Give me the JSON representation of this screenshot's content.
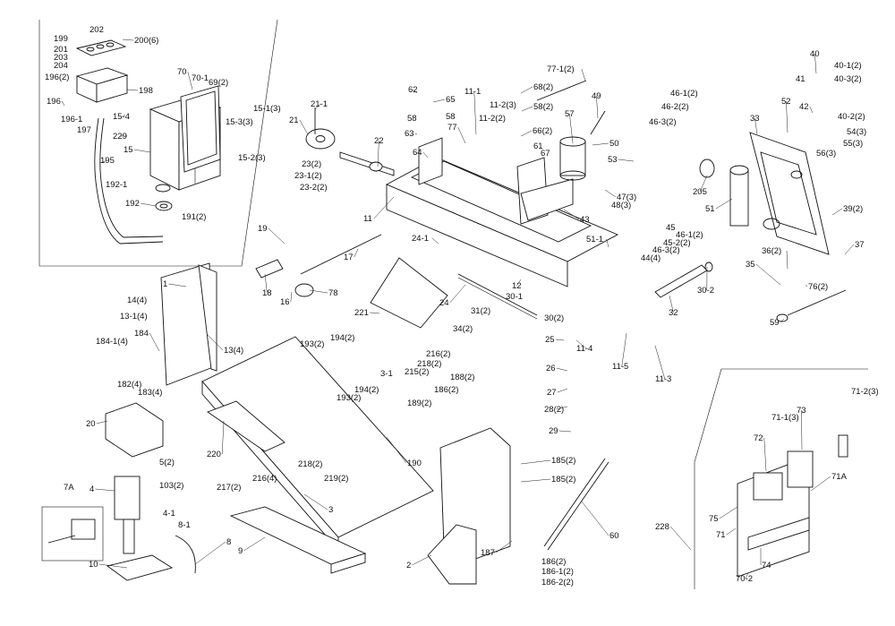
{
  "diagram": {
    "title": "",
    "callouts": [
      {
        "id": "c199",
        "text": "199"
      },
      {
        "id": "c202",
        "text": "202"
      },
      {
        "id": "c200_6",
        "text": "200(6)"
      },
      {
        "id": "c201",
        "text": "201"
      },
      {
        "id": "c203",
        "text": "203"
      },
      {
        "id": "c204",
        "text": "204"
      },
      {
        "id": "c196_2",
        "text": "196(2)"
      },
      {
        "id": "c198",
        "text": "198"
      },
      {
        "id": "c196",
        "text": "196"
      },
      {
        "id": "c196_1",
        "text": "196-1"
      },
      {
        "id": "c197",
        "text": "197"
      },
      {
        "id": "c15_4",
        "text": "15-4"
      },
      {
        "id": "c70",
        "text": "70"
      },
      {
        "id": "c70_1",
        "text": "70-1"
      },
      {
        "id": "c69_2",
        "text": "69(2)"
      },
      {
        "id": "c15_1_3",
        "text": "15-1(3)"
      },
      {
        "id": "c15_3_3",
        "text": "15-3(3)"
      },
      {
        "id": "c229",
        "text": "229"
      },
      {
        "id": "c15",
        "text": "15"
      },
      {
        "id": "c15_2_3",
        "text": "15-2(3)"
      },
      {
        "id": "c195",
        "text": "195"
      },
      {
        "id": "c192_1",
        "text": "192-1"
      },
      {
        "id": "c192",
        "text": "192"
      },
      {
        "id": "c191_2",
        "text": "191(2)"
      },
      {
        "id": "c21_1",
        "text": "21-1"
      },
      {
        "id": "c21",
        "text": "21"
      },
      {
        "id": "c22",
        "text": "22"
      },
      {
        "id": "c23_2",
        "text": "23(2)"
      },
      {
        "id": "c23_1_2",
        "text": "23-1(2)"
      },
      {
        "id": "c23_2_2",
        "text": "23-2(2)"
      },
      {
        "id": "c62",
        "text": "62"
      },
      {
        "id": "c65",
        "text": "65"
      },
      {
        "id": "c58a",
        "text": "58"
      },
      {
        "id": "c58b",
        "text": "58"
      },
      {
        "id": "c63",
        "text": "63"
      },
      {
        "id": "c64",
        "text": "64"
      },
      {
        "id": "c11_1",
        "text": "11-1"
      },
      {
        "id": "c11_2_2",
        "text": "11-2(2)"
      },
      {
        "id": "c11_2_3",
        "text": "11-2(3)"
      },
      {
        "id": "c68_2",
        "text": "68(2)"
      },
      {
        "id": "c58_2",
        "text": "58(2)"
      },
      {
        "id": "c66_2",
        "text": "66(2)"
      },
      {
        "id": "c77",
        "text": "77"
      },
      {
        "id": "c77_1_2",
        "text": "77-1(2)"
      },
      {
        "id": "c49",
        "text": "49"
      },
      {
        "id": "c57",
        "text": "57"
      },
      {
        "id": "c61",
        "text": "61"
      },
      {
        "id": "c67",
        "text": "67"
      },
      {
        "id": "c50",
        "text": "50"
      },
      {
        "id": "c46_1_2",
        "text": "46-1(2)"
      },
      {
        "id": "c46_2_2",
        "text": "46-2(2)"
      },
      {
        "id": "c46_3_2a",
        "text": "46-3(2)"
      },
      {
        "id": "c53",
        "text": "53"
      },
      {
        "id": "c47_3",
        "text": "47(3)"
      },
      {
        "id": "c48_3",
        "text": "48(3)"
      },
      {
        "id": "c43",
        "text": "43"
      },
      {
        "id": "c11",
        "text": "11"
      },
      {
        "id": "c52",
        "text": "52"
      },
      {
        "id": "c33",
        "text": "33"
      },
      {
        "id": "c40",
        "text": "40"
      },
      {
        "id": "c40_1_2",
        "text": "40-1(2)"
      },
      {
        "id": "c41",
        "text": "41"
      },
      {
        "id": "c40_3_2",
        "text": "40-3(2)"
      },
      {
        "id": "c42",
        "text": "42"
      },
      {
        "id": "c40_2_2",
        "text": "40-2(2)"
      },
      {
        "id": "c54_3",
        "text": "54(3)"
      },
      {
        "id": "c55_3",
        "text": "55(3)"
      },
      {
        "id": "c56_3",
        "text": "56(3)"
      },
      {
        "id": "c205",
        "text": "205"
      },
      {
        "id": "c51",
        "text": "51"
      },
      {
        "id": "c45",
        "text": "45"
      },
      {
        "id": "c46_1_2b",
        "text": "46-1(2)"
      },
      {
        "id": "c45_2_2",
        "text": "45-2(2)"
      },
      {
        "id": "c46_3_2b",
        "text": "46-3(2)"
      },
      {
        "id": "c44_4",
        "text": "44(4)"
      },
      {
        "id": "c39_2",
        "text": "39(2)"
      },
      {
        "id": "c37",
        "text": "37"
      },
      {
        "id": "c36_2",
        "text": "36(2)"
      },
      {
        "id": "c35",
        "text": "35"
      },
      {
        "id": "c76_2",
        "text": "76(2)"
      },
      {
        "id": "c59",
        "text": "59"
      },
      {
        "id": "c32",
        "text": "32"
      },
      {
        "id": "c30_2",
        "text": "30-2"
      },
      {
        "id": "c19",
        "text": "19"
      },
      {
        "id": "c17",
        "text": "17"
      },
      {
        "id": "c24_1",
        "text": "24-1"
      },
      {
        "id": "c51_1",
        "text": "51-1"
      },
      {
        "id": "c18",
        "text": "18"
      },
      {
        "id": "c16",
        "text": "16"
      },
      {
        "id": "c78",
        "text": "78"
      },
      {
        "id": "c12",
        "text": "12"
      },
      {
        "id": "c30_1",
        "text": "30-1"
      },
      {
        "id": "c221",
        "text": "221"
      },
      {
        "id": "c24",
        "text": "24"
      },
      {
        "id": "c30_2b",
        "text": "30(2)"
      },
      {
        "id": "c31_2",
        "text": "31(2)"
      },
      {
        "id": "c34_2",
        "text": "34(2)"
      },
      {
        "id": "c25",
        "text": "25"
      },
      {
        "id": "c11_4",
        "text": "11-4"
      },
      {
        "id": "c11_5",
        "text": "11-5"
      },
      {
        "id": "c11_3",
        "text": "11-3"
      },
      {
        "id": "c26",
        "text": "26"
      },
      {
        "id": "c27",
        "text": "27"
      },
      {
        "id": "c28_2",
        "text": "28(2)"
      },
      {
        "id": "c29",
        "text": "29"
      },
      {
        "id": "c1",
        "text": "1"
      },
      {
        "id": "c14_4",
        "text": "14(4)"
      },
      {
        "id": "c13_1_4",
        "text": "13-1(4)"
      },
      {
        "id": "c184",
        "text": "184"
      },
      {
        "id": "c184_1_4",
        "text": "184-1(4)"
      },
      {
        "id": "c13_4",
        "text": "13(4)"
      },
      {
        "id": "c182_4",
        "text": "182(4)"
      },
      {
        "id": "c183_4",
        "text": "183(4)"
      },
      {
        "id": "c193_2a",
        "text": "193(2)"
      },
      {
        "id": "c194_2a",
        "text": "194(2)"
      },
      {
        "id": "c216_2",
        "text": "216(2)"
      },
      {
        "id": "c218_2a",
        "text": "218(2)"
      },
      {
        "id": "c215_2",
        "text": "215(2)"
      },
      {
        "id": "c3_1",
        "text": "3-1"
      },
      {
        "id": "c194_2b",
        "text": "194(2)"
      },
      {
        "id": "c193_2b",
        "text": "193(2)"
      },
      {
        "id": "c188_2",
        "text": "188(2)"
      },
      {
        "id": "c186_2a",
        "text": "186(2)"
      },
      {
        "id": "c189_2",
        "text": "189(2)"
      },
      {
        "id": "c20",
        "text": "20"
      },
      {
        "id": "c220",
        "text": "220"
      },
      {
        "id": "c190",
        "text": "190"
      },
      {
        "id": "c218_2b",
        "text": "218(2)"
      },
      {
        "id": "c219_2",
        "text": "219(2)"
      },
      {
        "id": "c216_4",
        "text": "216(4)"
      },
      {
        "id": "c217_2",
        "text": "217(2)"
      },
      {
        "id": "c5_2",
        "text": "5(2)"
      },
      {
        "id": "c103_2",
        "text": "103(2)"
      },
      {
        "id": "c3",
        "text": "3"
      },
      {
        "id": "c185_2a",
        "text": "185(2)"
      },
      {
        "id": "c185_2b",
        "text": "185(2)"
      },
      {
        "id": "c7A",
        "text": "7A"
      },
      {
        "id": "c4",
        "text": "4"
      },
      {
        "id": "c4_1",
        "text": "4-1"
      },
      {
        "id": "c8_1",
        "text": "8-1"
      },
      {
        "id": "c8",
        "text": "8"
      },
      {
        "id": "c9",
        "text": "9"
      },
      {
        "id": "c10",
        "text": "10"
      },
      {
        "id": "c2",
        "text": "2"
      },
      {
        "id": "c187",
        "text": "187"
      },
      {
        "id": "c60",
        "text": "60"
      },
      {
        "id": "c186_2b",
        "text": "186(2)"
      },
      {
        "id": "c186_1_2",
        "text": "186-1(2)"
      },
      {
        "id": "c186_2_2",
        "text": "186-2(2)"
      },
      {
        "id": "c228",
        "text": "228"
      },
      {
        "id": "c71_2_3",
        "text": "71-2(3)"
      },
      {
        "id": "c73",
        "text": "73"
      },
      {
        "id": "c71_1_3",
        "text": "71-1(3)"
      },
      {
        "id": "c72",
        "text": "72"
      },
      {
        "id": "c71A",
        "text": "71A"
      },
      {
        "id": "c75",
        "text": "75"
      },
      {
        "id": "c71",
        "text": "71"
      },
      {
        "id": "c74",
        "text": "74"
      },
      {
        "id": "c70_2",
        "text": "70-2"
      }
    ]
  }
}
